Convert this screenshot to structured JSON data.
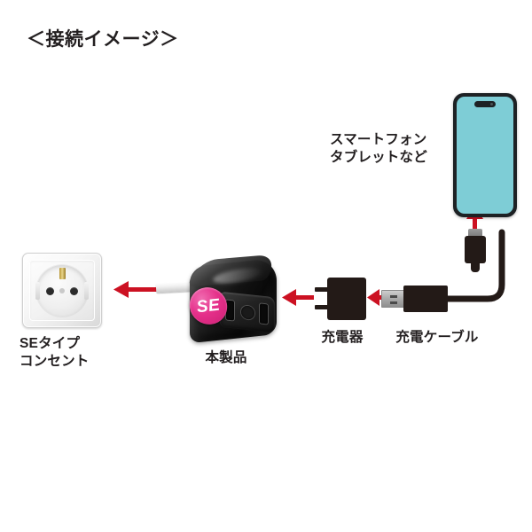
{
  "title": "＜接続イメージ＞",
  "colors": {
    "arrow_red": "#CC1122",
    "se_badge_pink": "#E5308A",
    "phone_screen_cyan": "#7ECDD6",
    "device_black": "#231A17",
    "text": "#231F20",
    "background": "#FFFFFF"
  },
  "nodes": {
    "outlet": {
      "label": "SEタイプ\nコンセント",
      "icon": "se-type-wall-outlet"
    },
    "product": {
      "label": "本製品",
      "badge_text": "SE",
      "icon": "travel-plug-adapter"
    },
    "charger": {
      "label": "充電器",
      "icon": "ac-charger"
    },
    "cable": {
      "label": "充電ケーブル",
      "icon": "usb-charging-cable"
    },
    "phone": {
      "label": "スマートフォン\nタブレットなど",
      "icon": "smartphone"
    }
  },
  "arrows": [
    {
      "name": "arrow-product-to-outlet",
      "direction": "left"
    },
    {
      "name": "arrow-charger-to-product",
      "direction": "left"
    },
    {
      "name": "arrow-cable-to-charger",
      "direction": "left"
    },
    {
      "name": "arrow-cable-to-phone",
      "direction": "up"
    }
  ]
}
